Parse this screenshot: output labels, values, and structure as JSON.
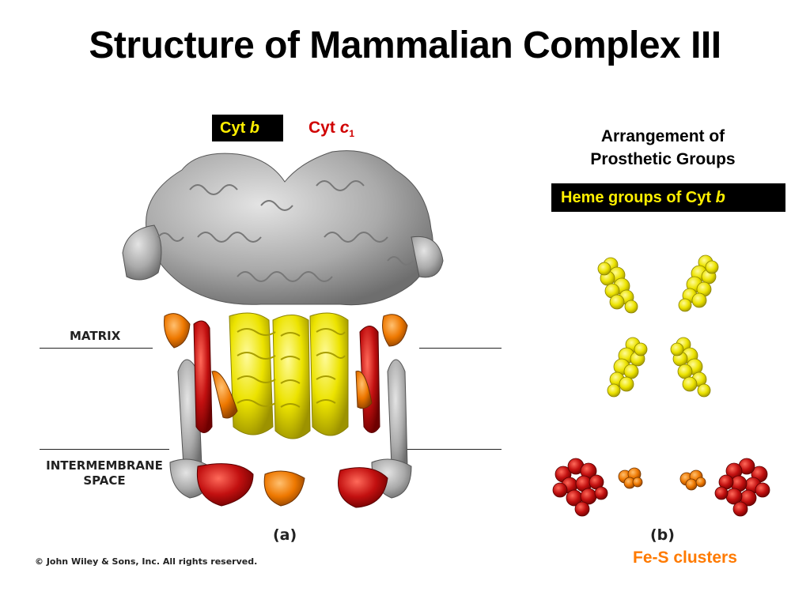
{
  "title": "Structure of Mammalian Complex III",
  "labels": {
    "cyt_b_prefix": "Cyt ",
    "cyt_b_italic": "b",
    "cyt_c1_prefix": "Cyt ",
    "cyt_c1_italic": "c",
    "cyt_c1_sub": "1",
    "arrangement_line1": "Arrangement of",
    "arrangement_line2": "Prosthetic Groups",
    "heme_prefix": "Heme groups of Cyt ",
    "heme_italic": "b",
    "matrix": "MATRIX",
    "intermembrane_line1": "INTERMEMBRANE",
    "intermembrane_line2": "SPACE",
    "panel_a": "(a)",
    "panel_b": "(b)",
    "fe_s": "Fe-S clusters",
    "copyright": "© John Wiley & Sons, Inc. All rights reserved."
  },
  "colors": {
    "title": "#000000",
    "cyt_b_box_bg": "#000000",
    "cyt_b_text": "#ffef00",
    "cyt_c1_text": "#d00000",
    "fe_s_text": "#ff7a00",
    "protein_gray": "#a9a9a9",
    "protein_yellow": "#e8e000",
    "protein_red": "#b01010",
    "protein_orange": "#e07000"
  }
}
